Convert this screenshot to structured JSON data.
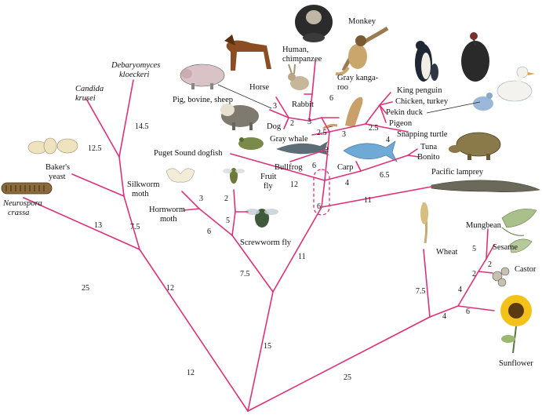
{
  "organisms": {
    "human": "Human,",
    "human2": "chimpanzee",
    "monkey": "Monkey",
    "horse": "Horse",
    "pig": "Pig, bovine, sheep",
    "rabbit": "Rabbit",
    "kangaroo": "Gray kanga-",
    "kangaroo2": "roo",
    "dog": "Dog",
    "whale": "Gray  whale",
    "king_penguin": "King penguin",
    "chicken": "Chicken, turkey",
    "duck": "Pekin duck",
    "pigeon": "Pigeon",
    "turtle": "Snapping turtle",
    "tuna": "Tuna",
    "bonito": "Bonito",
    "dogfish": "Puget Sound dogfish",
    "bullfrog": "Bullfrog",
    "carp": "Carp",
    "lamprey": "Pacific lamprey",
    "candida": "Candida",
    "candida2": "krusei",
    "debaryomyces": "Debaryomyces",
    "debaryomyces2": "kloeckeri",
    "bakers": "Baker's",
    "bakers2": "yeast",
    "neurospora": "Neurospora",
    "neurospora2": "crassa",
    "silkworm": "Silkworm",
    "silkworm2": "moth",
    "hornworm": "Hornworm",
    "hornworm2": "moth",
    "fruitfly": "Fruit",
    "fruitfly2": "fly",
    "screwworm": "Screwworm fly",
    "wheat": "Wheat",
    "mungbean": "Mungbean",
    "sesame": "Sesame",
    "castor": "Castor",
    "sunflower": "Sunflower"
  },
  "distances": {
    "root_left": "12",
    "root_right": "25",
    "neurospora": "25",
    "fungi_stem": "12",
    "bakers": "13",
    "candida": "12.5",
    "debaryomyces": "14.5",
    "yeast_pair": "7.5",
    "animals_stem": "15",
    "insects_stem": "7.5",
    "vertebrates_stem": "11",
    "silkworm": "3",
    "hornworm_node": "6",
    "fruitfly": "2",
    "screwworm": "5",
    "lamprey": "11",
    "vert_inner": "6",
    "tuna_node": "6.5",
    "fish_node": "4",
    "dogfish": "12",
    "bullfrog": "6",
    "whale": "2",
    "birds_node": "4",
    "mammal_node": "2.5",
    "kangaroo": "3",
    "bird_inner": "2.5",
    "rabbit": "6",
    "dog_node": "3",
    "dog": "2",
    "horse": "3",
    "wheat": "7.5",
    "plants_node": "4",
    "sunflower": "6",
    "mungbean_node": "4",
    "mungbean": "5",
    "sesame_node": "2",
    "castor_node": "2"
  },
  "colors": {
    "branch": "#e0307a"
  }
}
